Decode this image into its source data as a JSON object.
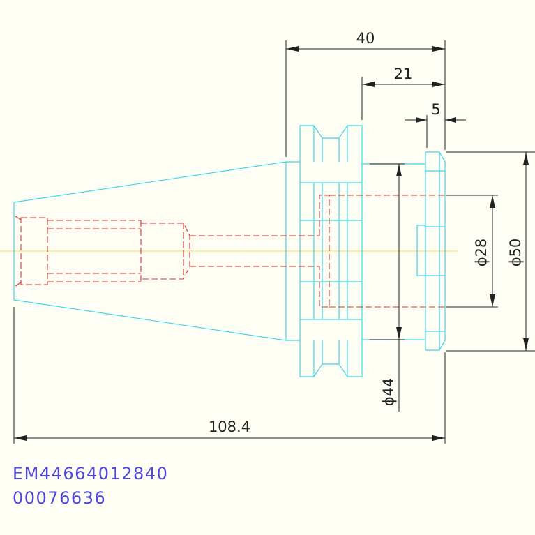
{
  "dimensions": {
    "overall_width": "40",
    "mid_width": "21",
    "small_width": "5",
    "total_length": "108.4",
    "dia_28": "ϕ28",
    "dia_50": "ϕ50",
    "dia_44": "ϕ44"
  },
  "part_codes": {
    "line1": "EM44664012840",
    "line2": "00076636"
  },
  "colors": {
    "outline": "#3fd6e8",
    "hidden": "#e03030",
    "centerline": "#f2e24a",
    "dimension": "#222222",
    "code_text": "#4b46e0",
    "background": "#fffef5"
  }
}
